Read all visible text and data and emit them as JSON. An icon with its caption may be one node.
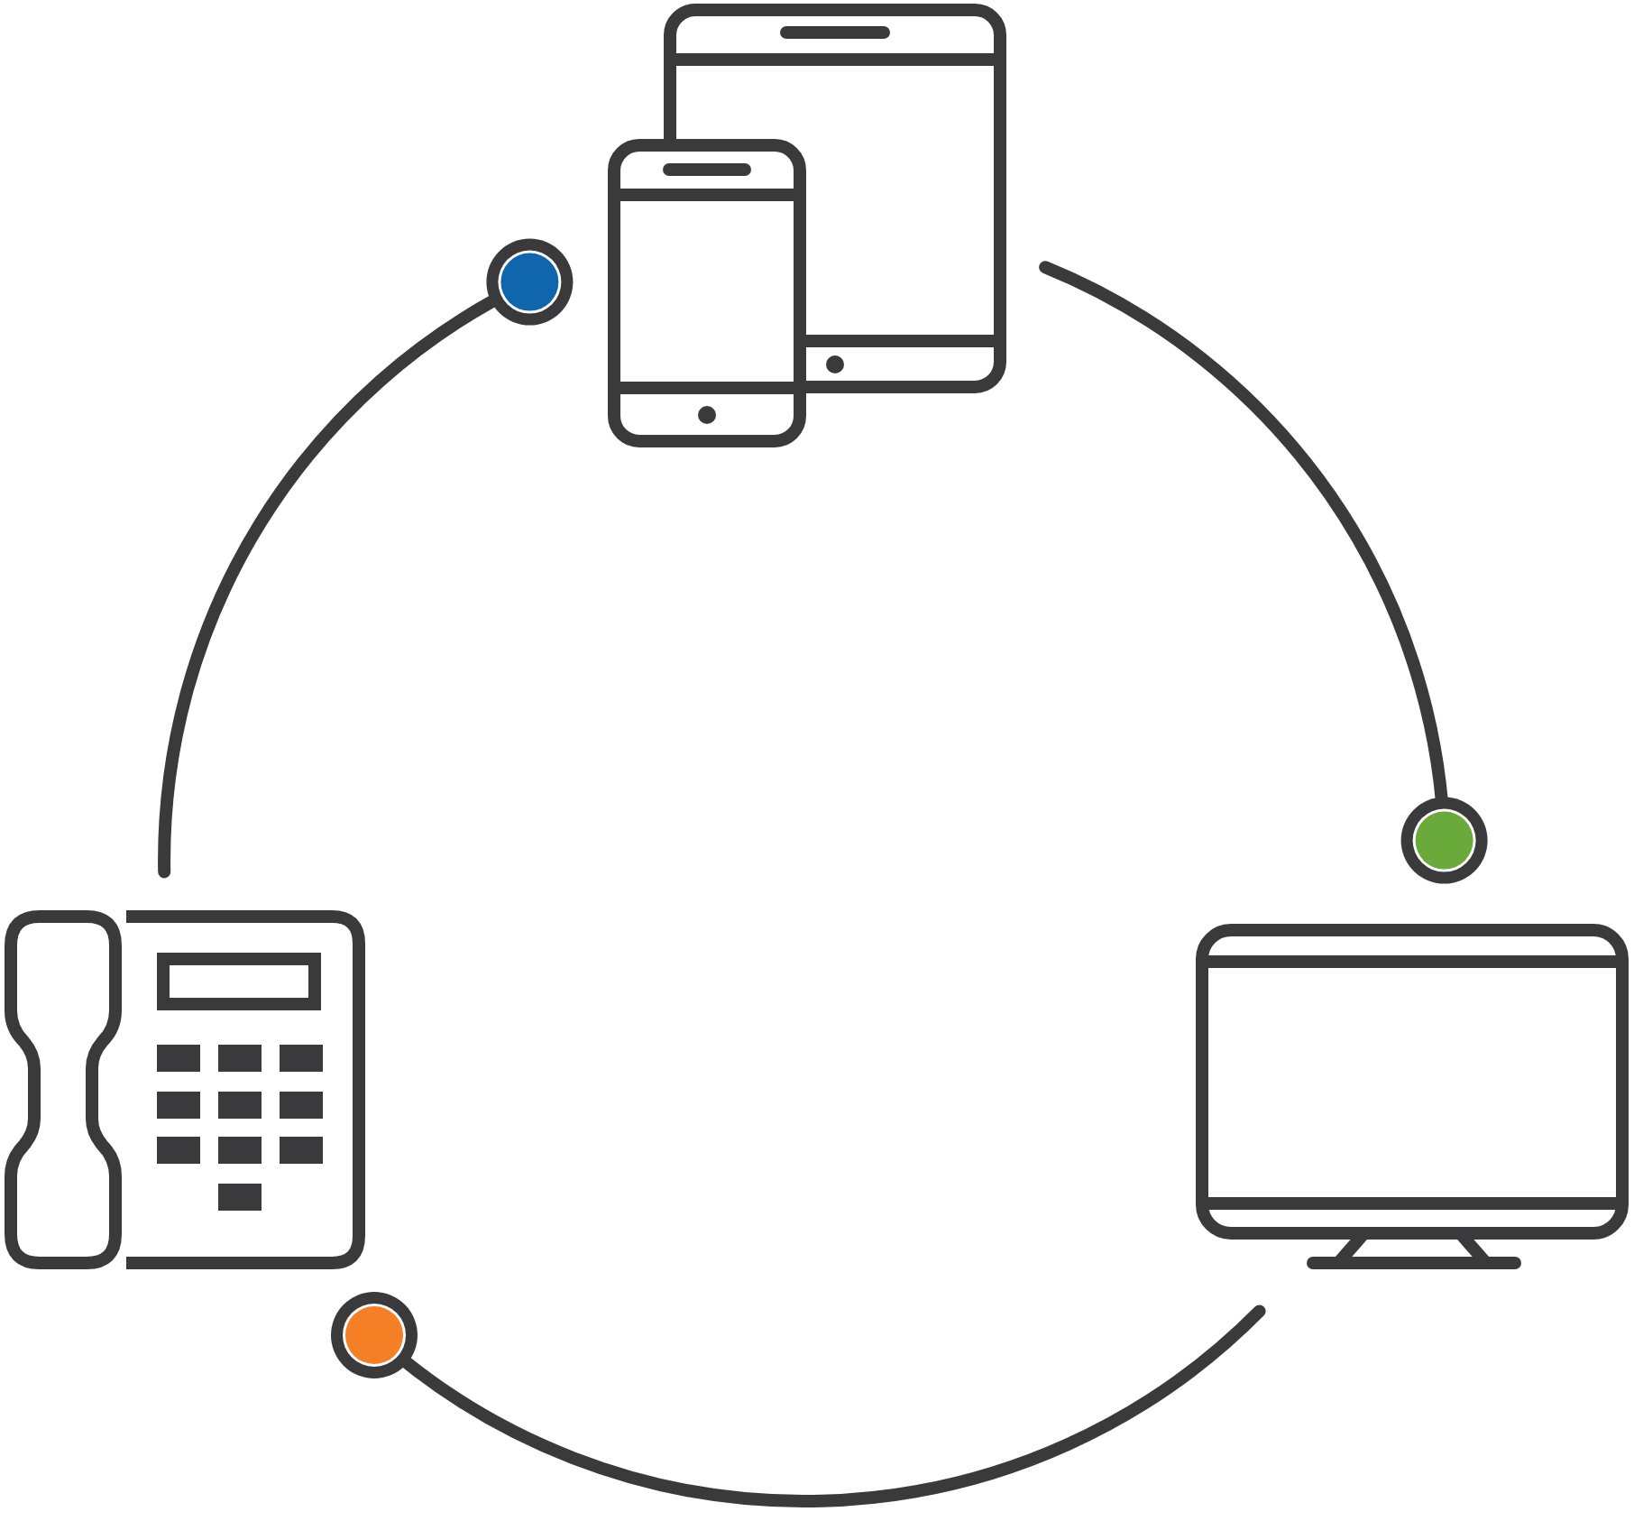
{
  "diagram": {
    "nodes": [
      {
        "text": [],
        "shape": "picture"
      },
      {
        "text": [],
        "shape": "picture"
      },
      {
        "text": [],
        "shape": "picture"
      }
    ],
    "edges": [
      {
        "from": 0,
        "to": 2,
        "arrow": "other"
      },
      {
        "from": 2,
        "to": 1,
        "arrow": "other"
      },
      {
        "from": 1,
        "to": 0,
        "arrow": "other"
      }
    ]
  }
}
